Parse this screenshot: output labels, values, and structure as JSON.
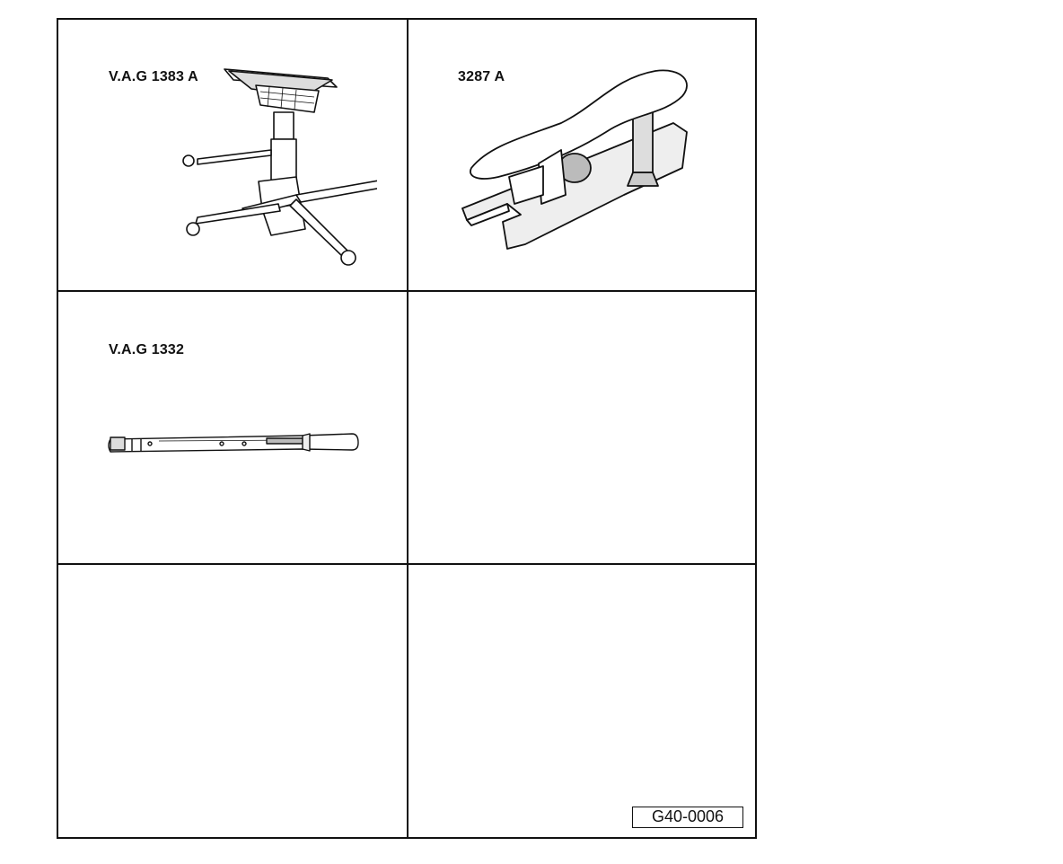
{
  "cells": [
    {
      "label": "V.A.G 1383 A",
      "icon": "transmission-jack-icon"
    },
    {
      "label": "3287 A",
      "icon": "ball-joint-separator-icon"
    },
    {
      "label": "V.A.G 1332",
      "icon": "torque-wrench-icon"
    },
    {
      "label": "",
      "icon": ""
    },
    {
      "label": "",
      "icon": ""
    },
    {
      "label": "",
      "icon": ""
    }
  ],
  "figure_code": "G40-0006",
  "colors": {
    "line": "#111111",
    "background": "#ffffff"
  }
}
